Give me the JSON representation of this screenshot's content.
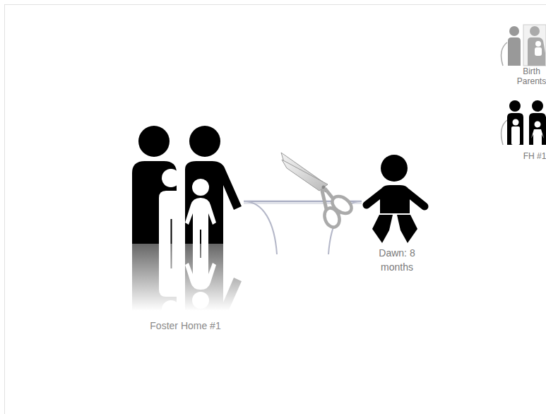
{
  "diagram": {
    "nodes": [
      {
        "text": [
          "Foster Home #1"
        ]
      },
      {
        "text": [
          "Dawn: 8 months"
        ]
      },
      {
        "text": [
          "Birth Parents"
        ]
      },
      {
        "text": [
          "FH #1"
        ]
      }
    ],
    "edges": [
      {
        "from": 0,
        "to": 1,
        "arrow": "none"
      }
    ]
  }
}
